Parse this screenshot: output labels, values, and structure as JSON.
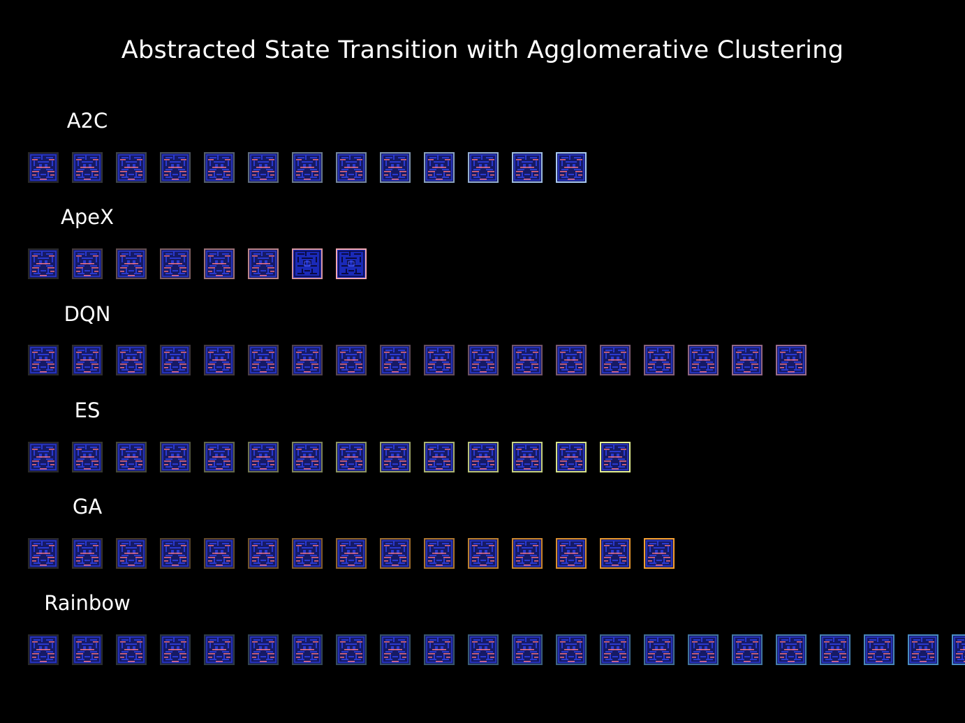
{
  "title": "Abstracted State Transition with Agglomerative Clustering",
  "rows": [
    {
      "label": "A2C",
      "count": 13,
      "end_color": "#a8c8f0"
    },
    {
      "label": "ApeX",
      "count": 8,
      "end_color": "#f4a8b0",
      "alt_last": 2
    },
    {
      "label": "DQN",
      "count": 18,
      "end_color": "#9a6b8a"
    },
    {
      "label": "ES",
      "count": 14,
      "end_color": "#e4f090"
    },
    {
      "label": "GA",
      "count": 15,
      "end_color": "#f5a030"
    },
    {
      "label": "Rainbow",
      "count": 22,
      "end_color": "#4a90c8"
    }
  ]
}
